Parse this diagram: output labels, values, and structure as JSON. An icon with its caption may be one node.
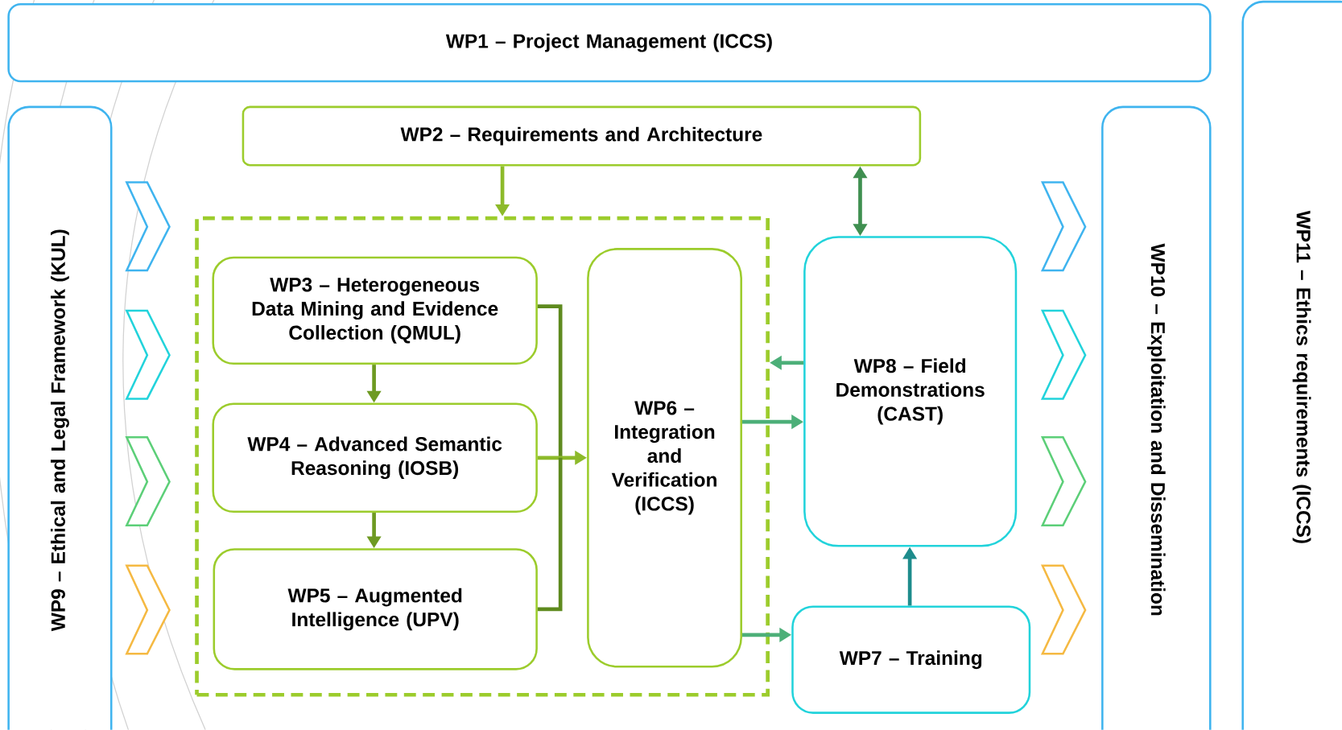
{
  "diagram": {
    "nodes": [
      {
        "text": [
          "WP1 – Project Management (ICCS)"
        ]
      },
      {
        "text": [
          "WP2 – Requirements and Architecture"
        ]
      },
      {
        "text": [],
        "shape": "box"
      },
      {
        "text": [
          "WP3 – Heterogeneous Data Mining and Evidence Collection (QMUL)"
        ],
        "in": 2
      },
      {
        "text": [
          "WP4 – Advanced Semantic Reasoning (IOSB)"
        ],
        "in": 2
      },
      {
        "text": [
          "WP5 – Augmented Intelligence (UPV)"
        ],
        "in": 2
      },
      {
        "text": [
          "WP6 – Integration and Verification (ICCS)"
        ],
        "in": 2
      },
      {
        "text": [
          "WP8 – Field Demonstrations (CAST)"
        ]
      },
      {
        "text": [
          "WP7 – Training"
        ]
      },
      {
        "text": [
          "WP9 – Ethical and Legal Framework (KUL)"
        ]
      },
      {
        "text": [
          "WP10 – Exploitation and Dissemination"
        ]
      },
      {
        "text": [
          "WP11 – Ethics requirements (ICCS)"
        ]
      }
    ],
    "edges": [
      {
        "from": 1,
        "to": 2,
        "arrow": "to",
        "color": "#8dba2a"
      },
      {
        "from": 1,
        "to": 7,
        "arrow": "both",
        "color": "#3f8f50"
      },
      {
        "from": 3,
        "to": 4,
        "arrow": "to",
        "color": "#6e9a22"
      },
      {
        "from": 4,
        "to": 5,
        "arrow": "to",
        "color": "#6e9a22"
      },
      {
        "from": 3,
        "to": 6,
        "arrow": "to",
        "color": "#5e8a1e"
      },
      {
        "from": 4,
        "to": 6,
        "arrow": "to",
        "color": "#8dba2a"
      },
      {
        "from": 5,
        "to": 6,
        "arrow": "to",
        "color": "#5e8a1e"
      },
      {
        "from": 7,
        "to": 2,
        "arrow": "to",
        "color": "#4caf78"
      },
      {
        "from": 6,
        "to": 7,
        "arrow": "to",
        "color": "#4caf78"
      },
      {
        "from": 6,
        "to": 8,
        "arrow": "to",
        "color": "#4caf78"
      },
      {
        "from": 8,
        "to": 7,
        "arrow": "to",
        "color": "#1e8c8c"
      }
    ]
  }
}
